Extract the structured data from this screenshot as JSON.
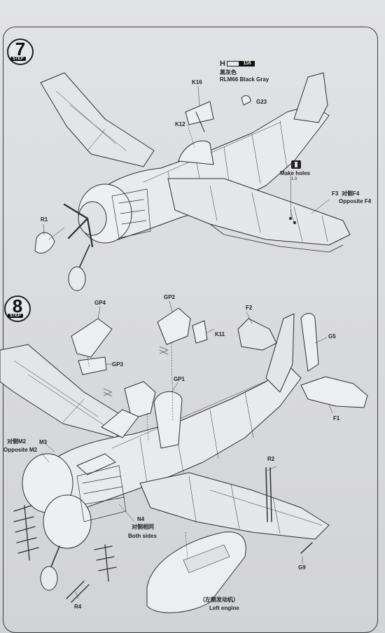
{
  "steps": [
    {
      "number": "7",
      "word": "STEP"
    },
    {
      "number": "8",
      "word": "STEP"
    }
  ],
  "paint": {
    "letter": "H",
    "code": "116",
    "name_cn": "黑灰色",
    "name_en": "RLM66 Black Gray"
  },
  "step7": {
    "k16": "K16",
    "k12": "K12",
    "g23": "G23",
    "make_holes": "Make holes",
    "holes_size": "1.0",
    "f3": "F3",
    "opp_f4_cn": "对侧F4",
    "opp_f4_en": "Opposite F4",
    "r1": "R1"
  },
  "step8": {
    "gp4": "GP4",
    "gp3": "GP3",
    "gp2": "GP2",
    "k11": "K11",
    "gp1": "GP1",
    "f2": "F2",
    "g5": "G5",
    "f1": "F1",
    "opp_m2_cn": "对侧M2",
    "opp_m2_en": "Opposite M2",
    "m3": "M3",
    "r2": "R2",
    "n4": "N4",
    "same_cn": "对侧相同",
    "both_sides": "Both sides",
    "r4": "R4",
    "g9": "G9",
    "left_engine_cn": "（左侧发动机）",
    "left_engine_en": "Left engine"
  }
}
